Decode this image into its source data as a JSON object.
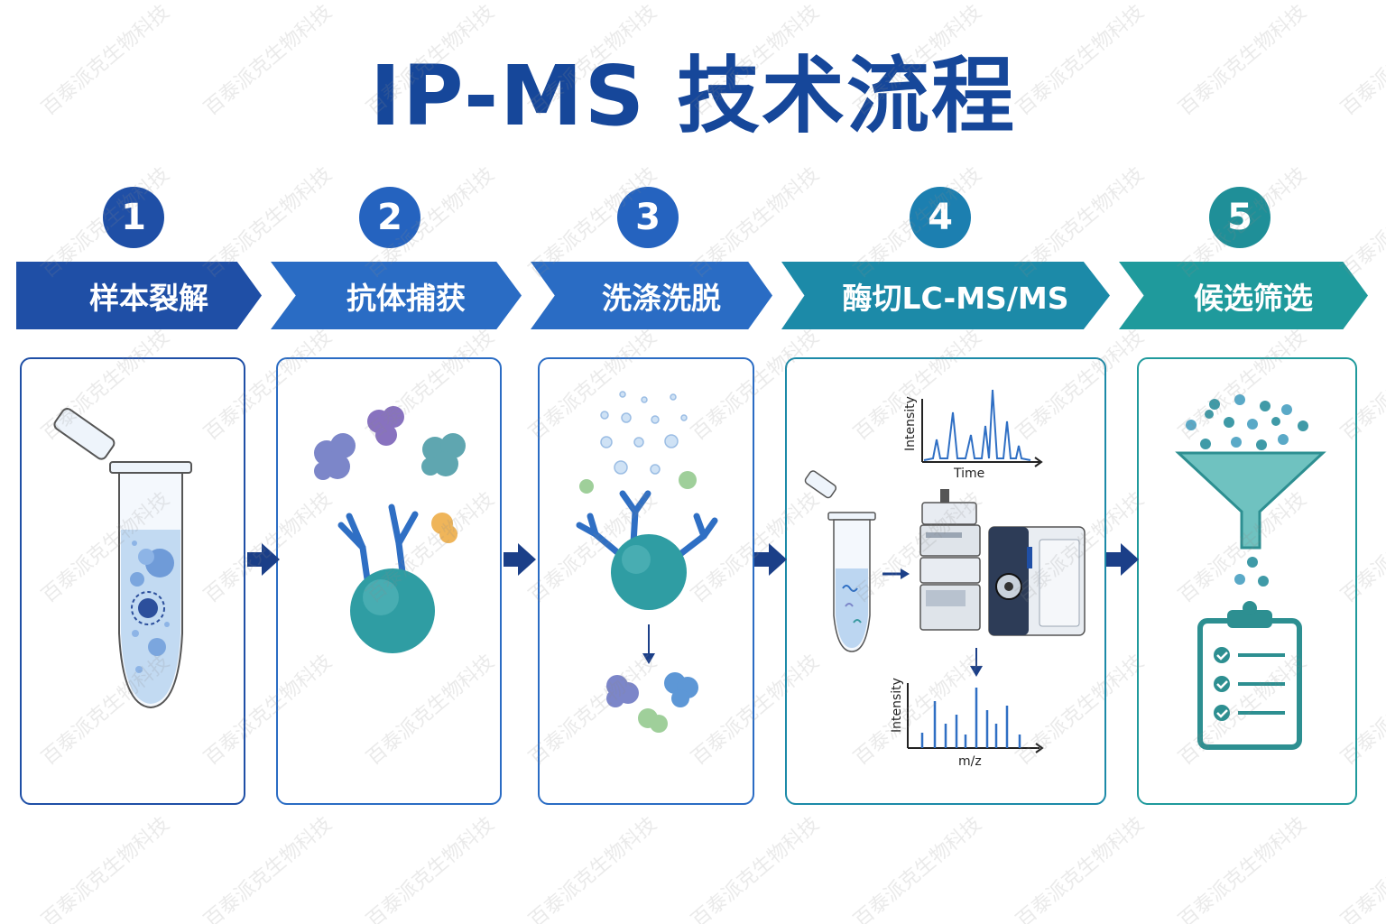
{
  "title": "IP-MS 技术流程",
  "steps": [
    {
      "number": "1",
      "label": "样本裂解",
      "color": "#1f4fa6"
    },
    {
      "number": "2",
      "label": "抗体捕获",
      "color": "#2a6cc4"
    },
    {
      "number": "3",
      "label": "洗涤洗脱",
      "color": "#2a6cc4"
    },
    {
      "number": "4",
      "label": "酶切LC-MS/MS",
      "color": "#1c8aa8"
    },
    {
      "number": "5",
      "label": "候选筛选",
      "color": "#1f9a9c"
    }
  ],
  "ms_plots": {
    "chromatogram": {
      "ylabel": "Intensity",
      "xlabel": "Time"
    },
    "spectrum": {
      "ylabel": "Intensity",
      "xlabel": "m/z"
    }
  },
  "watermark": "百泰派克生物科技",
  "icons": {
    "tube": "microcentrifuge-tube-icon",
    "bead": "magnetic-bead-icon",
    "antibody": "antibody-icon",
    "funnel": "funnel-icon",
    "clipboard": "checklist-clipboard-icon",
    "instrument": "lc-ms-instrument-icon"
  }
}
